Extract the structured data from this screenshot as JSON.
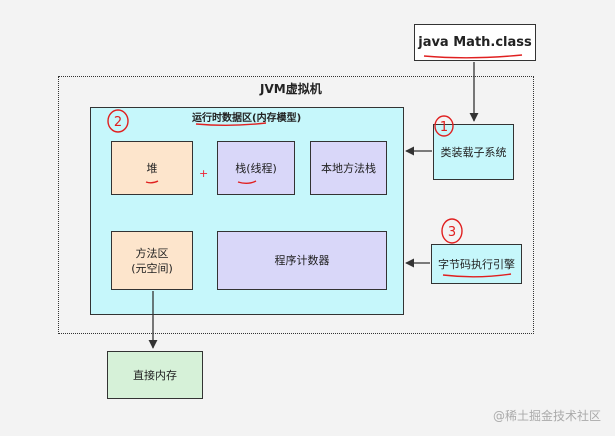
{
  "diagram": {
    "java_command": "java Math.class",
    "jvm_title": "JVM虚拟机",
    "runtime_area_title": "运行时数据区(内存模型)",
    "heap": "堆",
    "stack": "栈(线程)",
    "native_stack": "本地方法栈",
    "method_area_line1": "方法区",
    "method_area_line2": "(元空间)",
    "program_counter": "程序计数器",
    "class_loader": "类装载子系统",
    "execution_engine": "字节码执行引擎",
    "direct_memory": "直接内存",
    "plus_sign": "+"
  },
  "annotations": {
    "mark_runtime": "2",
    "mark_loader": "1",
    "mark_engine": "3"
  },
  "watermark": "@稀土掘金技术社区",
  "colors": {
    "runtime_area": "#c6f7fb",
    "heap": "#fde5cc",
    "stack": "#d9d7f9",
    "direct_memory": "#d6f1d8",
    "annotation": "#e02020"
  }
}
